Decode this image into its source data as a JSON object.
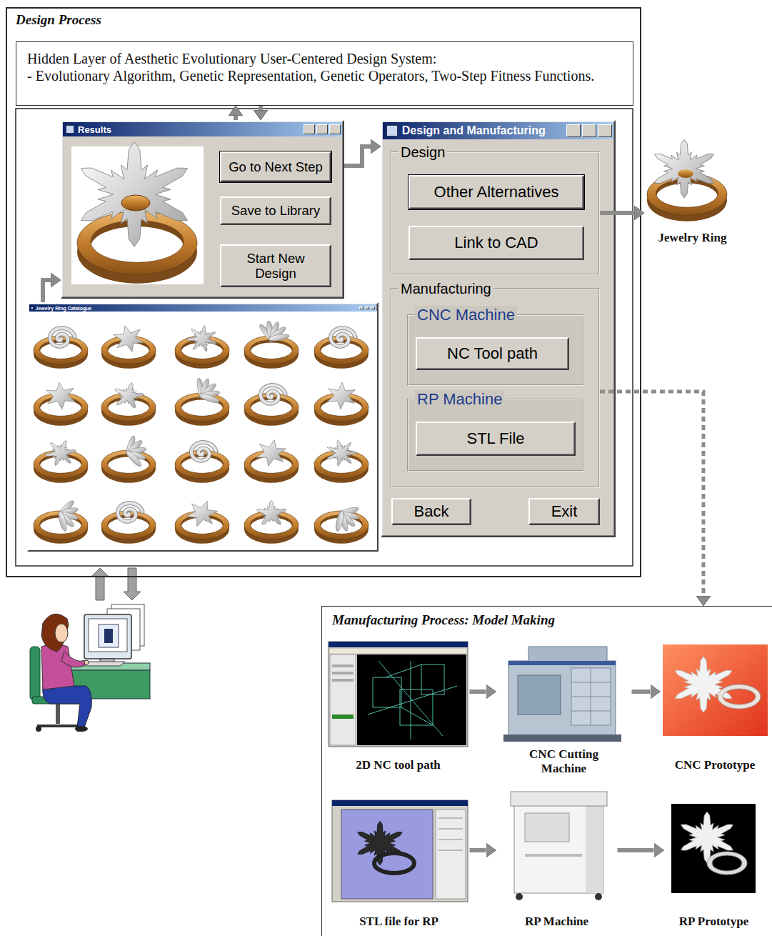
{
  "diagram": {
    "nodes": [
      {
        "text": [
          "Design Process"
        ]
      },
      {
        "text": [
          "Hidden Layer of Aesthetic Evolutionary User-Centered Design System:",
          "- Evolutionary Algorithm, Genetic Representation, Genetic Operators, Two-Step Fitness Functions."
        ],
        "in": 0
      },
      {
        "text": [
          "Results"
        ],
        "in": 0
      },
      {
        "text": [
          "Go to Next Step"
        ],
        "in": 2
      },
      {
        "text": [
          "Save to Library"
        ],
        "in": 2
      },
      {
        "text": [
          "Start New Design"
        ],
        "in": 2
      },
      {
        "text": [
          "Jewelry Ring Catalogue"
        ],
        "in": 0
      },
      {
        "text": [
          "Design and Manufacturing"
        ],
        "in": 0
      },
      {
        "text": [
          "Design"
        ],
        "in": 7
      },
      {
        "text": [
          "Other Alternatives"
        ],
        "in": 8
      },
      {
        "text": [
          "Link to CAD"
        ],
        "in": 8
      },
      {
        "text": [
          "Manufacturing"
        ],
        "in": 7
      },
      {
        "text": [
          "CNC Machine"
        ],
        "in": 11
      },
      {
        "text": [
          "NC Tool path"
        ],
        "in": 12
      },
      {
        "text": [
          "RP Machine"
        ],
        "in": 11
      },
      {
        "text": [
          "STL File"
        ],
        "in": 14
      },
      {
        "text": [
          "Back"
        ],
        "in": 7
      },
      {
        "text": [
          "Exit"
        ],
        "in": 7
      },
      {
        "text": [
          "Jewelry Ring"
        ]
      },
      {
        "text": [
          "Manufacturing Process: Model Making"
        ]
      },
      {
        "text": [
          "2D NC tool path"
        ],
        "in": 19
      },
      {
        "text": [
          "CNC Cutting Machine"
        ],
        "in": 19
      },
      {
        "text": [
          "CNC Prototype"
        ],
        "in": 19
      },
      {
        "text": [
          "STL file for RP"
        ],
        "in": 19
      },
      {
        "text": [
          "RP Machine"
        ],
        "in": 19
      },
      {
        "text": [
          "RP Prototype"
        ],
        "in": 19
      }
    ],
    "edges": [
      {
        "from": 2,
        "to": 1,
        "arrow": "to"
      },
      {
        "from": 1,
        "to": 2,
        "arrow": "to"
      },
      {
        "from": 6,
        "to": 2,
        "arrow": "to"
      },
      {
        "from": 2,
        "to": 7,
        "arrow": "to"
      },
      {
        "from": 8,
        "to": 18,
        "arrow": "to"
      },
      {
        "from": 11,
        "to": 19,
        "arrow": "to"
      },
      {
        "from": 20,
        "to": 21,
        "arrow": "to"
      },
      {
        "from": 21,
        "to": 22,
        "arrow": "to"
      },
      {
        "from": 23,
        "to": 24,
        "arrow": "to"
      },
      {
        "from": 24,
        "to": 25,
        "arrow": "to"
      }
    ]
  }
}
